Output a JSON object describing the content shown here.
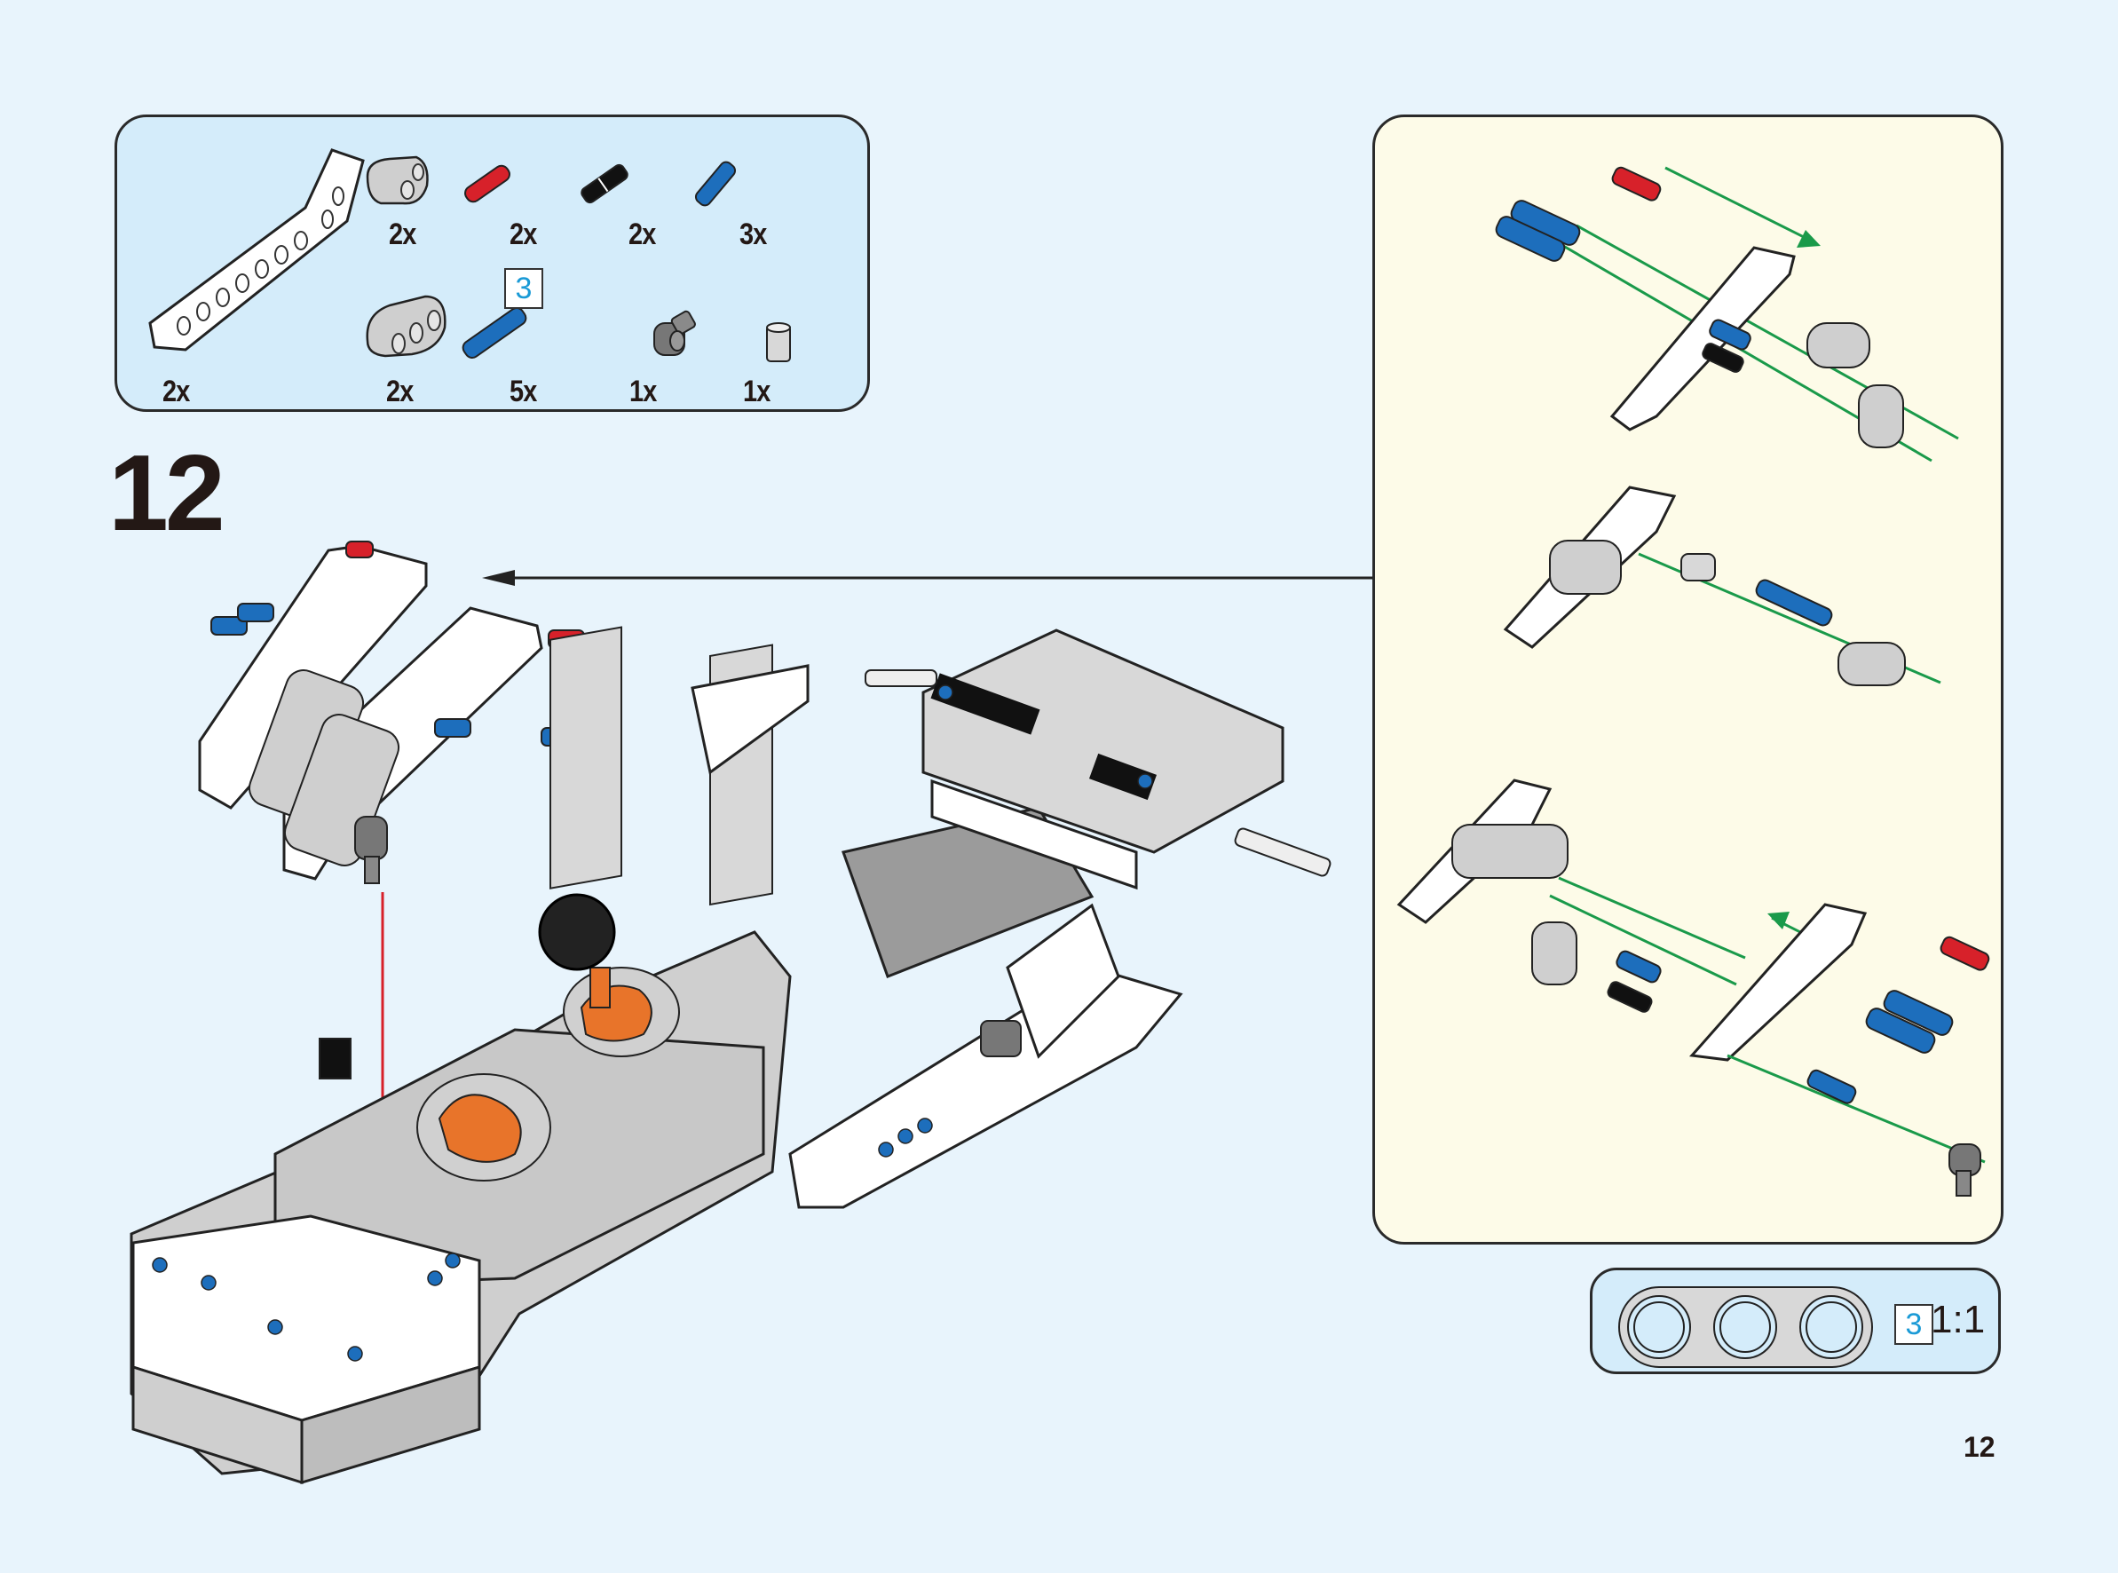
{
  "page": {
    "step_number": "12",
    "page_number": "12",
    "background_color": "#e8f4fc"
  },
  "parts_list": {
    "panel_color": "#d4ecfa",
    "items": [
      {
        "part": "bent-liftarm-white",
        "color": "#ffffff",
        "qty": "2x"
      },
      {
        "part": "liftarm-2-gray",
        "color": "#cfcfcf",
        "qty": "2x"
      },
      {
        "part": "pin-red",
        "color": "#d7212a",
        "qty": "2x"
      },
      {
        "part": "pin-black",
        "color": "#111111",
        "qty": "2x"
      },
      {
        "part": "axle-pin-blue",
        "color": "#1d6ebc",
        "qty": "3x"
      },
      {
        "part": "liftarm-3-gray",
        "color": "#cfcfcf",
        "qty": "2x"
      },
      {
        "part": "long-pin-blue",
        "color": "#1d6ebc",
        "qty": "5x"
      },
      {
        "part": "angle-connector-dark-gray",
        "color": "#7a7a7a",
        "qty": "1x"
      },
      {
        "part": "bush-gray",
        "color": "#d8d8d8",
        "qty": "1x"
      }
    ],
    "callout_ref": "3"
  },
  "subassembly": {
    "panel_color": "#fdfbe8",
    "arrow_color": "#1a9a4a"
  },
  "scale_reference": {
    "callout_ref": "3",
    "ratio": "1:1",
    "part": "liftarm-3-gray"
  },
  "colors": {
    "main_arrow": "#222222",
    "placement_arrow": "#d7212a",
    "accent_blue": "#1a9ad6"
  }
}
